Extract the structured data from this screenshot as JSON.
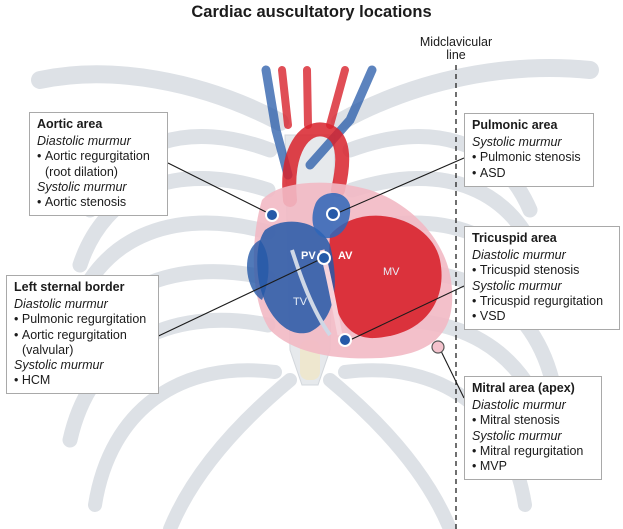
{
  "title": "Cardiac auscultatory locations",
  "midclavicular_label": [
    "Midclavicular",
    "line"
  ],
  "colors": {
    "arterial": "#d8222c",
    "venous": "#2559a8",
    "rib": "#dde1e6",
    "pericardium": "#f2b9c4"
  },
  "heart_labels": {
    "pv": "PV",
    "av": "AV",
    "mv": "MV",
    "tv": "TV"
  },
  "areas": [
    {
      "title": "Aortic area",
      "sections": [
        {
          "murmur": "Diastolic murmur",
          "items": [
            "Aortic regurgitation",
            "(root dilation)"
          ]
        },
        {
          "murmur": "Systolic murmur",
          "items": [
            "Aortic stenosis"
          ]
        }
      ]
    },
    {
      "title": "Pulmonic area",
      "sections": [
        {
          "murmur": "Systolic murmur",
          "items": [
            "Pulmonic stenosis",
            "ASD"
          ]
        }
      ]
    },
    {
      "title": "Tricuspid area",
      "sections": [
        {
          "murmur": "Diastolic murmur",
          "items": [
            "Tricuspid stenosis"
          ]
        },
        {
          "murmur": "Systolic murmur",
          "items": [
            "Tricuspid regurgitation",
            "VSD"
          ]
        }
      ]
    },
    {
      "title": "Left sternal border",
      "sections": [
        {
          "murmur": "Diastolic murmur",
          "items": [
            "Pulmonic regurgitation",
            "Aortic regurgitation",
            "(valvular)"
          ]
        },
        {
          "murmur": "Systolic murmur",
          "items": [
            "HCM"
          ]
        }
      ]
    },
    {
      "title": "Mitral area (apex)",
      "sections": [
        {
          "murmur": "Diastolic murmur",
          "items": [
            "Mitral stenosis"
          ]
        },
        {
          "murmur": "Systolic murmur",
          "items": [
            "Mitral regurgitation",
            "MVP"
          ]
        }
      ]
    }
  ]
}
